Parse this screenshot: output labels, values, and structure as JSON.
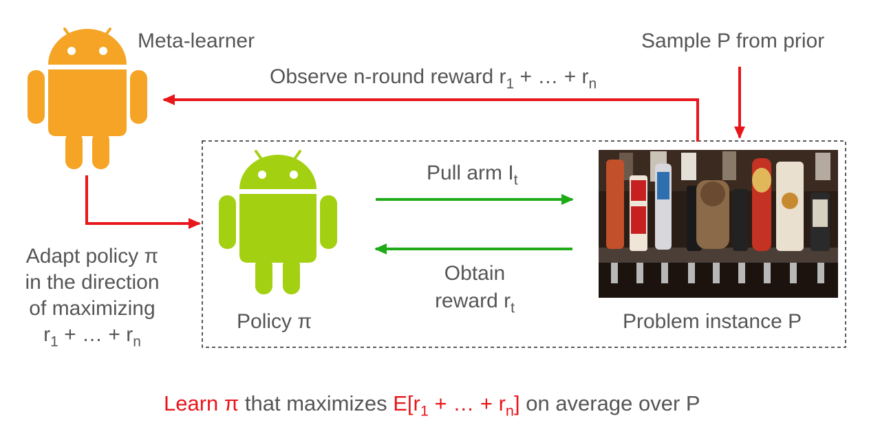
{
  "meta_learner_label": "Meta-learner",
  "sample_label": "Sample P from prior",
  "observe_label": {
    "prefix": "Observe n-round reward r",
    "s1": "1",
    "mid": " + … + r",
    "sn": "n"
  },
  "adapt_lines": [
    "Adapt policy π",
    "in the direction",
    "of maximizing"
  ],
  "adapt_sum": {
    "a": "r",
    "s1": "1",
    "mid": " + … + r",
    "sn": "n"
  },
  "policy_label": "Policy π",
  "pull_label": {
    "text": "Pull arm I",
    "sub": "t"
  },
  "obtain_lines": [
    "Obtain",
    "reward r"
  ],
  "obtain_sub": "t",
  "problem_label": "Problem instance P",
  "bottom": {
    "learn": "Learn π",
    "that": " that maximizes ",
    "e_open": "E[r",
    "s1": "1",
    "mid": " + … + r",
    "sn": "n",
    "close": "]",
    "rest": " on average over P"
  },
  "colors": {
    "meta_learner": "#f5a425",
    "policy": "#a4d012",
    "red_arrow": "#e8161b",
    "green_arrow": "#1faa17",
    "text": "#555555"
  },
  "icons": [
    "meta-learner-android-icon",
    "policy-android-icon",
    "beer-taps-image"
  ]
}
